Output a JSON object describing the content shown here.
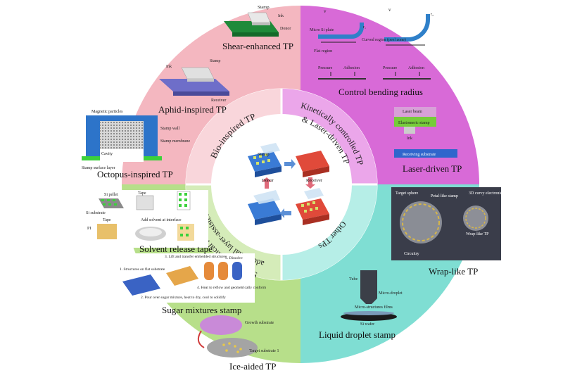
{
  "colors": {
    "bio": "#f4b7c0",
    "kinetic": "#d86ad7",
    "other": "#7fded3",
    "surface": "#b7df8a",
    "inner_ring": "#ffffff",
    "divider": "#ffffff"
  },
  "quadrants": {
    "bio": "Bio-inspired TP",
    "kinetic_line1": "Kinetically controlled TP",
    "kinetic_line2": "& Laser-driven TP",
    "other": "Other TPs",
    "surface_line1": "Surface chemical reaction- or",
    "surface_line2": "additional layer-assisted TP"
  },
  "panels": {
    "shear": "Shear-enhanced TP",
    "aphid": "Aphid-inspired TP",
    "octopus": "Octopus-inspired TP",
    "bending": "Control bending radius",
    "laser": "Laser-driven TP",
    "wrap": "Wrap-like TP",
    "droplet": "Liquid droplet stamp",
    "solvent": "Solvent release tape",
    "sugar": "Sugar mixtures stamp",
    "ice": "Ice-aided TP"
  },
  "annotations": {
    "center": {
      "stamp": "Stamp",
      "donor": "Donor",
      "receiver": "Receiver"
    },
    "shear": {
      "stamp": "Stamp",
      "ink": "Ink",
      "donor": "Donor"
    },
    "aphid": {
      "ink": "Ink",
      "stamp": "Stamp",
      "receiver": "Receiver"
    },
    "octopus": {
      "particles": "Magnetic particles",
      "wall": "Stamp wall",
      "membrane": "Stamp membrane",
      "cavity": "Cavity",
      "surface": "Stamp surface layer"
    },
    "bending": {
      "v1": "v",
      "r1": "r₁",
      "v2": "v",
      "r2": "r₂",
      "micro": "Micro Si plate",
      "curved": "Curved region (peel zone)",
      "flat": "Flat region",
      "pressure1": "Pressure",
      "adhesion1": "Adhesion",
      "pressure2": "Pressure",
      "adhesion2": "Adhesion"
    },
    "laser": {
      "beam": "Laser beam",
      "elastomer": "Elastomeric stamp",
      "ink": "Ink",
      "receiving": "Receiving substrate"
    },
    "wrap": {
      "sphere": "Target sphere",
      "petal": "Petal-like stamp",
      "curvy": "3D curvy electronics",
      "wrap": "Wrap-like TP",
      "circuitry": "Circuitry"
    },
    "droplet": {
      "tube": "Tube",
      "drop": "Micro-droplet",
      "film": "Micro-structures films",
      "wafer": "Si wafer"
    },
    "solvent": {
      "pellet": "Si pellet",
      "substrate": "Si substrate",
      "tape1": "Tape",
      "tape2": "Tape",
      "pi": "PI",
      "solvent": "Add solvent at interface"
    },
    "sugar": {
      "s1": "1. Structures on flat substrate",
      "s2": "2. Pour over sugar mixture, heat to dry, cool to solidify",
      "s3": "3. Lift and transfer embedded structures",
      "s4": "4. Heat to reflow and geometrically conform",
      "s5": "5. Dissolve"
    },
    "ice": {
      "growth": "Growth substrate",
      "target": "Target substrate 1"
    }
  }
}
